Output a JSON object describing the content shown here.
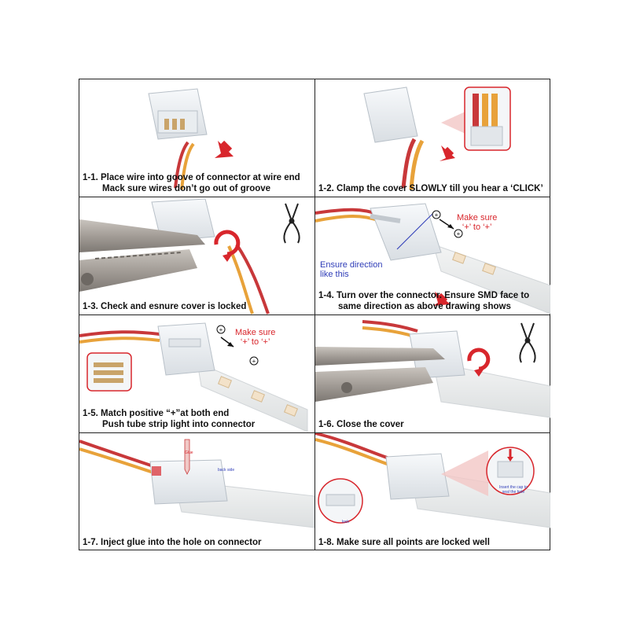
{
  "steps": {
    "s1": {
      "line1": "1-1. Place wire into goove of connector at wire end",
      "line2": "Mack sure wires don’t go out of groove"
    },
    "s2": {
      "line1": "1-2. Clamp the cover SLOWLY till you hear a ‘CLICK’"
    },
    "s3": {
      "line1": "1-3. Check and esnure cover is locked"
    },
    "s4": {
      "line1": "1-4. Turn over the connector. Ensure SMD face to",
      "line2": "same direction as above drawing shows",
      "note_make_sure": "Make sure",
      "note_polarity": "‘+’ to ‘+’",
      "note_direction_1": "Ensure direction",
      "note_direction_2": "like this"
    },
    "s5": {
      "line1": "1-5. Match positive “+”at both end",
      "line2": "Push tube strip light into connector",
      "note_make_sure": "Make sure",
      "note_polarity": "‘+’ to ‘+’"
    },
    "s6": {
      "line1": "1-6. Close the cover"
    },
    "s7": {
      "line1": "1-7. Inject glue into the hole on connector",
      "note_glue": "Glue",
      "note_back": "back side"
    },
    "s8": {
      "line1": "1-8. Make sure all points are locked well",
      "note_lock": "lock",
      "note_cap_1": "Insert the cap to",
      "note_cap_2": "seal the hole"
    }
  },
  "colors": {
    "arrow_red": "#d8262c",
    "wire_red": "#c8383a",
    "wire_yellow": "#e8a23a",
    "note_blue": "#2f3db8",
    "pliers": "#a9a39d"
  }
}
